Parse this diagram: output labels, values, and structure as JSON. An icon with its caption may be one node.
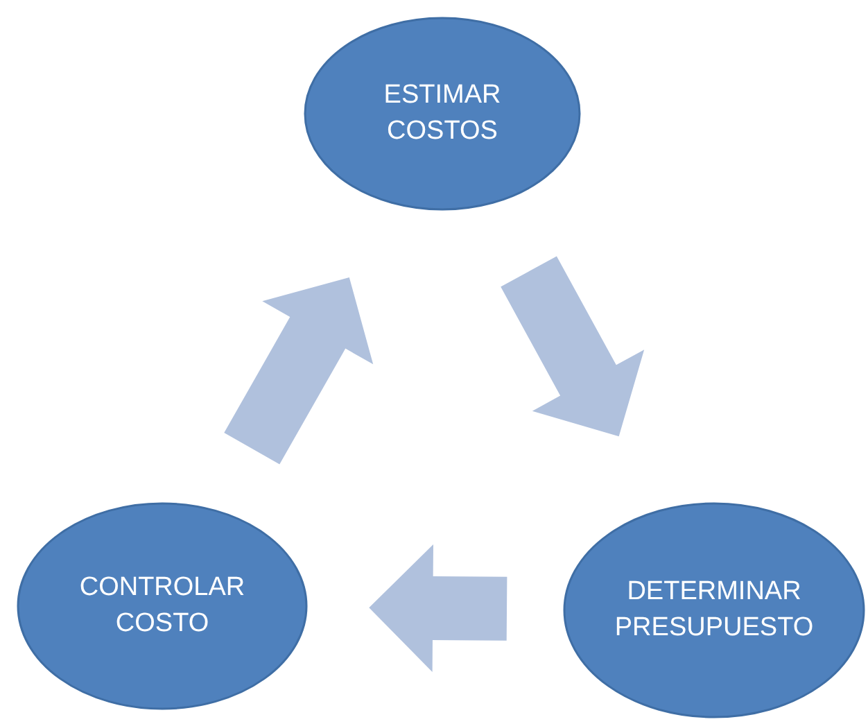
{
  "diagram": {
    "nodes": [
      {
        "text": [
          "ESTIMAR COSTOS"
        ]
      },
      {
        "text": [
          "DETERMINAR PRESUPUESTO"
        ]
      },
      {
        "text": [
          "CONTROLAR COSTO"
        ]
      }
    ],
    "edges": [
      {
        "from": 0,
        "to": 1,
        "arrow": "to",
        "style": "thick"
      },
      {
        "from": 1,
        "to": 2,
        "arrow": "to",
        "style": "thick"
      },
      {
        "from": 2,
        "to": 0,
        "arrow": "to",
        "style": "thick"
      }
    ]
  }
}
